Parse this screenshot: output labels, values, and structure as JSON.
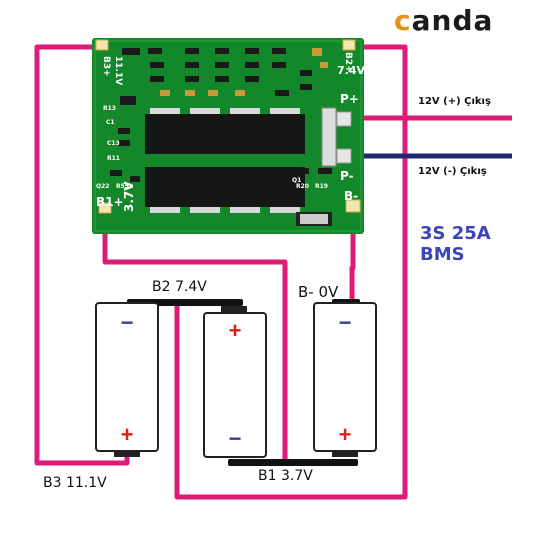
{
  "brand": {
    "prefix": "c",
    "rest": "anda",
    "prefix_color": "#e8901a"
  },
  "title": "3S 25A BMS",
  "outputs": {
    "positive": "12V (+) Çıkış",
    "negative": "12V (-) Çıkış"
  },
  "wire_labels": {
    "b2": "B2 7.4V",
    "b_minus": "B-  0V",
    "b1": "B1 3.7V",
    "b3": "B3 11.1V"
  },
  "board_labels": {
    "b3": "B3+",
    "b3v": "11.1V",
    "b2": "B2+",
    "b2v": "7.4V",
    "pplus": "P+",
    "pminus": "P-",
    "bminus": "B-",
    "b1": "B1+",
    "b1v": "3.7V",
    "r13": "R13",
    "c13": "C13",
    "r11": "R11",
    "q22": "Q22",
    "r55": "R55",
    "q1": "Q1",
    "r20": "R20",
    "r19": "R19",
    "c1": "C1"
  },
  "battery_signs": {
    "plus": "+",
    "minus": "−"
  },
  "colors": {
    "board": "#13882a",
    "wire_pink": "#e01a78",
    "wire_navy": "#1f2a6e",
    "title": "#3a45b8",
    "sign_red": "#e31b1b",
    "sign_blue": "#2f3f9a"
  }
}
